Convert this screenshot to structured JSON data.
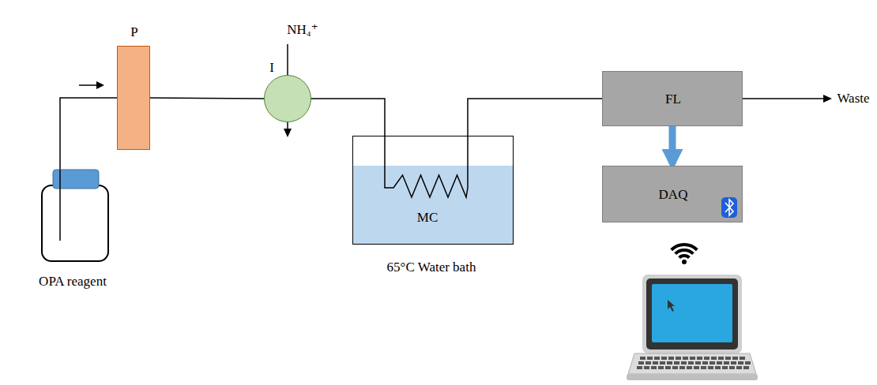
{
  "diagram": {
    "nodes": [
      {
        "text": [
          "OPA reagent"
        ]
      },
      {
        "text": [
          "P"
        ]
      },
      {
        "text": [
          "I"
        ]
      },
      {
        "text": [
          "MC",
          "65°C Water bath"
        ]
      },
      {
        "text": [
          "FL"
        ]
      },
      {
        "text": [
          "DAQ"
        ]
      }
    ],
    "edges": [
      {
        "from": 0,
        "to": 1,
        "arrow": "none"
      },
      {
        "from": 1,
        "to": 2,
        "arrow": "none"
      },
      {
        "from": 2,
        "to": 3,
        "arrow": "none"
      },
      {
        "from": 3,
        "to": 4,
        "arrow": "none"
      },
      {
        "from": 4,
        "to": 5,
        "arrow": "to"
      }
    ],
    "labels": [
      "NH₄⁺",
      "Waste"
    ]
  }
}
